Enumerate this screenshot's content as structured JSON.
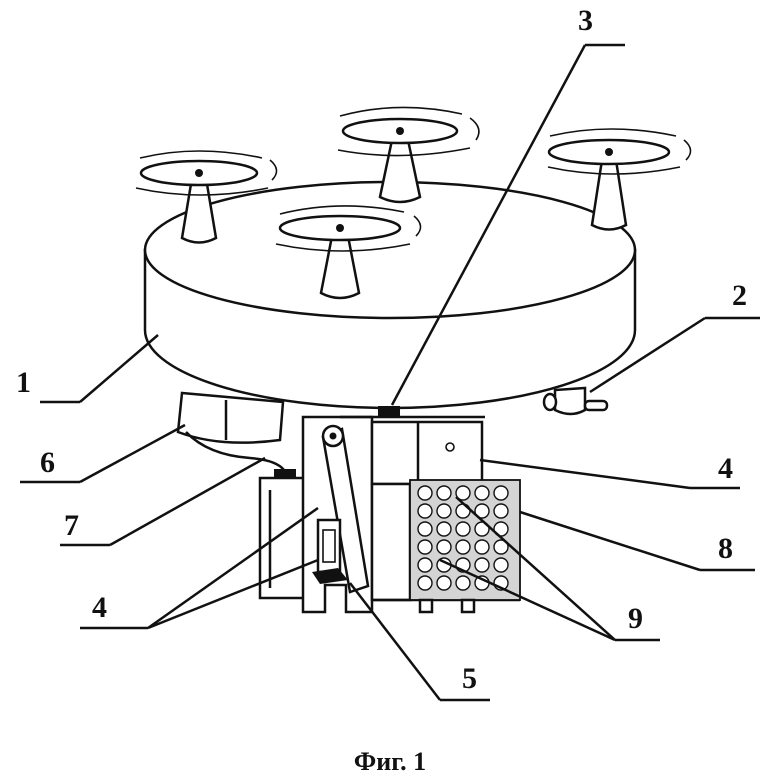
{
  "figure": {
    "caption": "Фиг. 1",
    "callouts": {
      "c1": "1",
      "c2": "2",
      "c3": "3",
      "c4_right": "4",
      "c4_left": "4",
      "c5": "5",
      "c6": "6",
      "c7": "7",
      "c8": "8",
      "c9": "9"
    }
  }
}
